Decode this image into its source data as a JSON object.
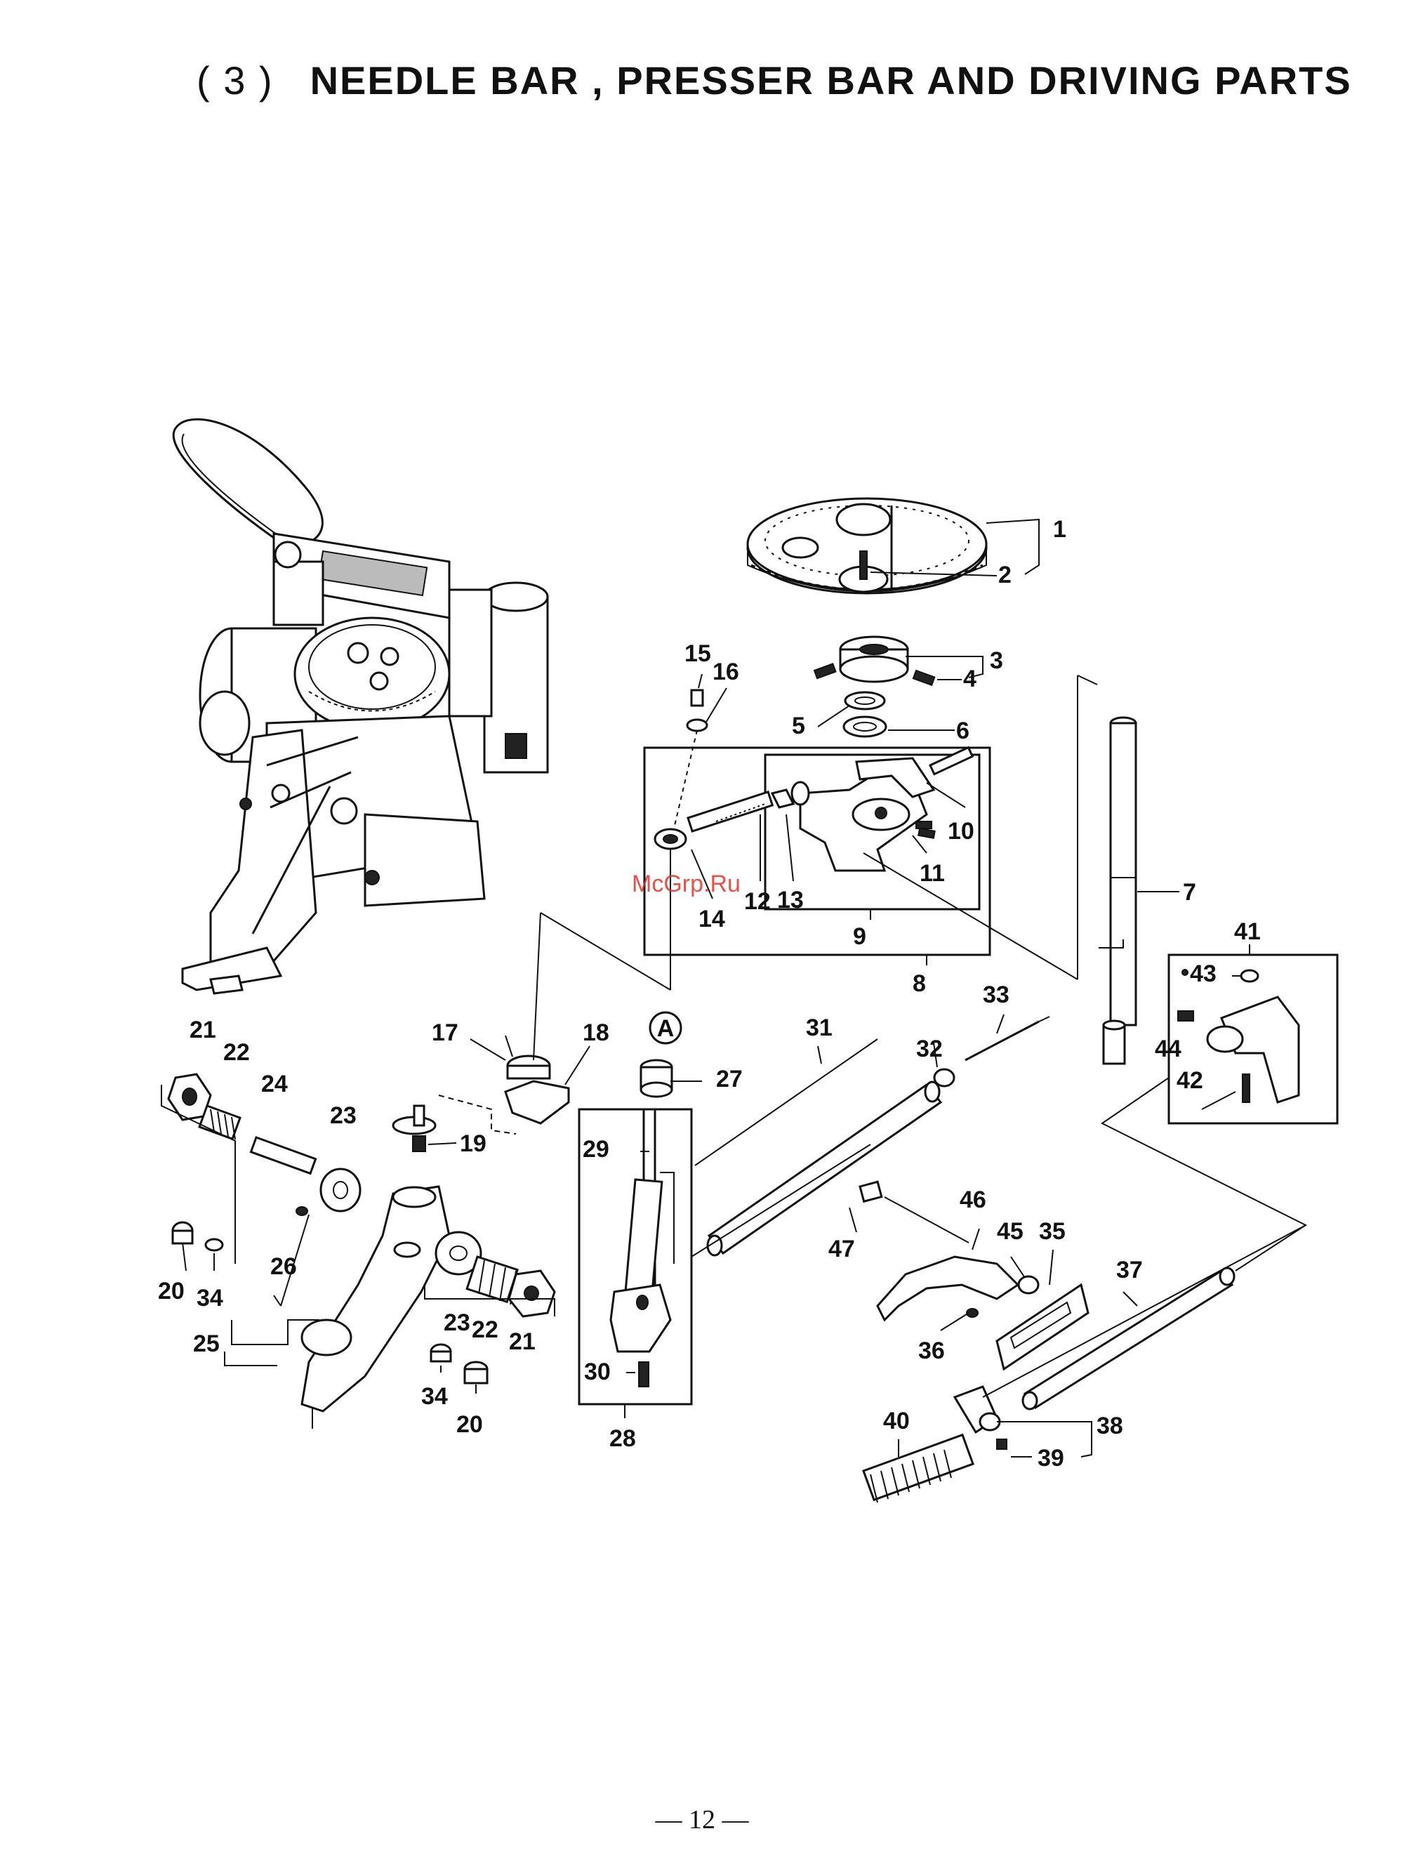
{
  "title": {
    "section": "( 3 )",
    "text": "NEEDLE BAR , PRESSER BAR AND DRIVING PARTS"
  },
  "watermark": "McGrp.Ru",
  "page_number": "— 12 —",
  "diagram": {
    "callout_A": "A",
    "labels": {
      "p1": "1",
      "p2": "2",
      "p3": "3",
      "p4": "4",
      "p5": "5",
      "p6": "6",
      "p7": "7",
      "p8": "8",
      "p9": "9",
      "p10": "10",
      "p11": "11",
      "p12": "12",
      "p13": "13",
      "p14": "14",
      "p15": "15",
      "p16": "16",
      "p17": "17",
      "p18": "18",
      "p19": "19",
      "p20a": "20",
      "p20b": "20",
      "p21a": "21",
      "p21b": "21",
      "p22a": "22",
      "p22b": "22",
      "p23a": "23",
      "p23b": "23",
      "p24": "24",
      "p25": "25",
      "p26": "26",
      "p27": "27",
      "p28": "28",
      "p29": "29",
      "p30": "30",
      "p31": "31",
      "p32": "32",
      "p33": "33",
      "p34a": "34",
      "p34b": "34",
      "p35": "35",
      "p36": "36",
      "p37": "37",
      "p38": "38",
      "p39": "39",
      "p40": "40",
      "p41": "41",
      "p42": "42",
      "p43": "43",
      "p44": "44",
      "p45": "45",
      "p46": "46",
      "p47": "47"
    }
  }
}
